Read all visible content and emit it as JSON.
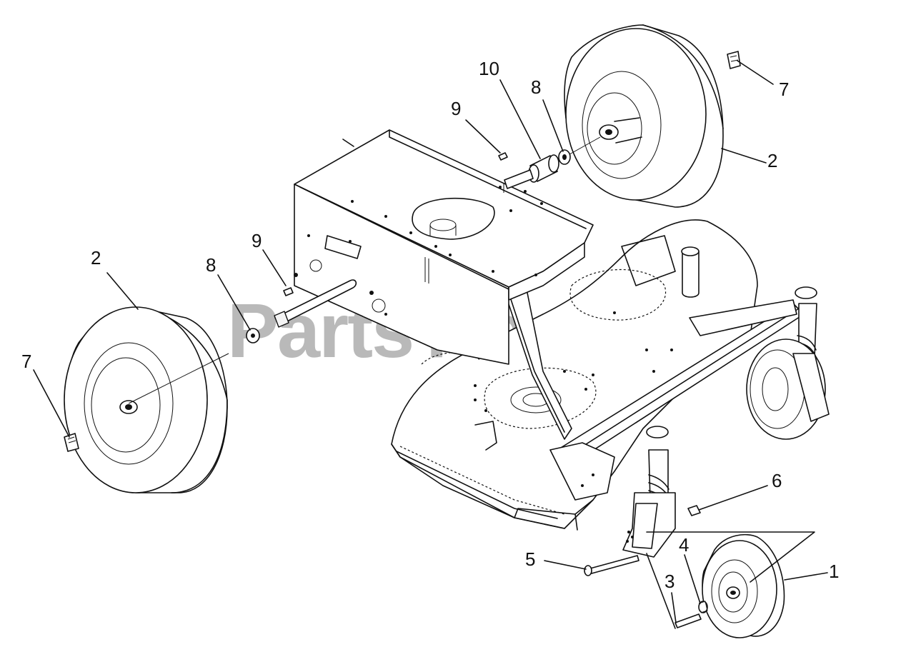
{
  "watermark": {
    "text": "PartsTree",
    "tm": "TM",
    "color": "#b9b9b9"
  },
  "callouts": [
    {
      "id": "c1",
      "label": "1"
    },
    {
      "id": "c2a",
      "label": "2"
    },
    {
      "id": "c2b",
      "label": "2"
    },
    {
      "id": "c3",
      "label": "3"
    },
    {
      "id": "c4",
      "label": "4"
    },
    {
      "id": "c5",
      "label": "5"
    },
    {
      "id": "c6",
      "label": "6"
    },
    {
      "id": "c7a",
      "label": "7"
    },
    {
      "id": "c7b",
      "label": "7"
    },
    {
      "id": "c8a",
      "label": "8"
    },
    {
      "id": "c8b",
      "label": "8"
    },
    {
      "id": "c9a",
      "label": "9"
    },
    {
      "id": "c9b",
      "label": "9"
    },
    {
      "id": "c10",
      "label": "10"
    }
  ]
}
